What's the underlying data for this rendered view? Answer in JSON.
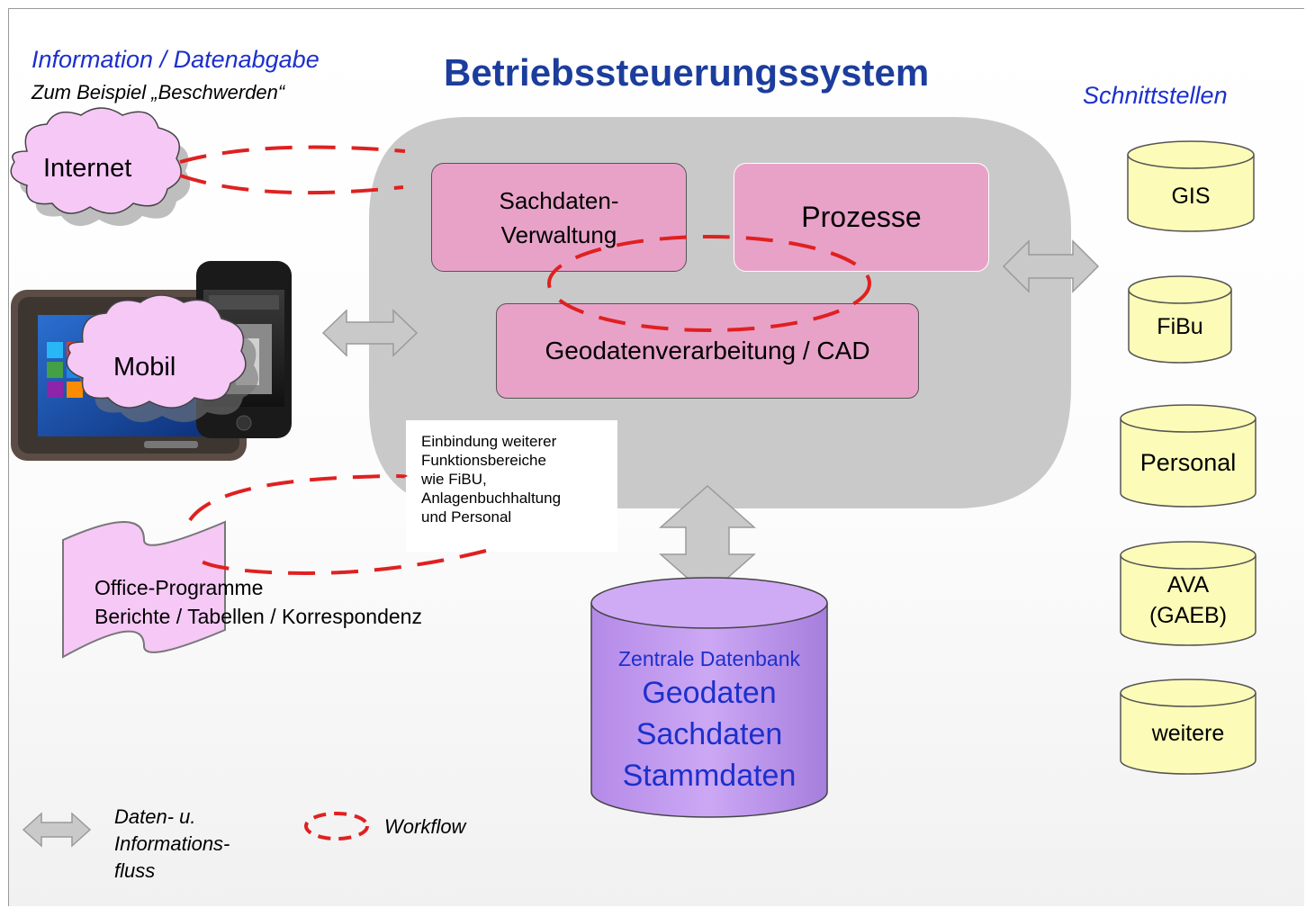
{
  "title": "Betriebssteuerungssystem",
  "info": {
    "heading": "Information / Datenabgabe",
    "example": "Zum Beispiel „Beschwerden“"
  },
  "interfaces_heading": "Schnittstellen",
  "left_nodes": {
    "internet": "Internet",
    "mobil": "Mobil"
  },
  "modules": {
    "sachdaten": "Sachdaten-\nVerwaltung",
    "prozesse": "Prozesse",
    "geodaten": "Geodatenverarbeitung / CAD"
  },
  "note": "Einbindung weiterer\nFunktionsbereiche\nwie FiBU,\nAnlagenbuchhaltung\nund Personal",
  "office": {
    "line1": "Office-Programme",
    "line2": "Berichte / Tabellen / Korrespondenz"
  },
  "database": {
    "label": "Zentrale Datenbank",
    "items": [
      "Geodaten",
      "Sachdaten",
      "Stammdaten"
    ]
  },
  "interfaces": [
    "GIS",
    "FiBu",
    "Personal",
    "AVA\n(GAEB)",
    "weitere"
  ],
  "legend": {
    "flow": "Daten- u.\nInformations-\nfluss",
    "workflow": "Workflow"
  },
  "colors": {
    "title": "#1c3d9c",
    "accent_blue": "#1c30cc",
    "module_fill": "#e8a2c8",
    "cloud_fill": "#f6c8f6",
    "db_fill": "#c49ef2",
    "interface_fill": "#fcfcb8",
    "core_fill": "#c8c8c8",
    "workflow": "#e02020",
    "arrow_fill": "#c8c8c8"
  }
}
